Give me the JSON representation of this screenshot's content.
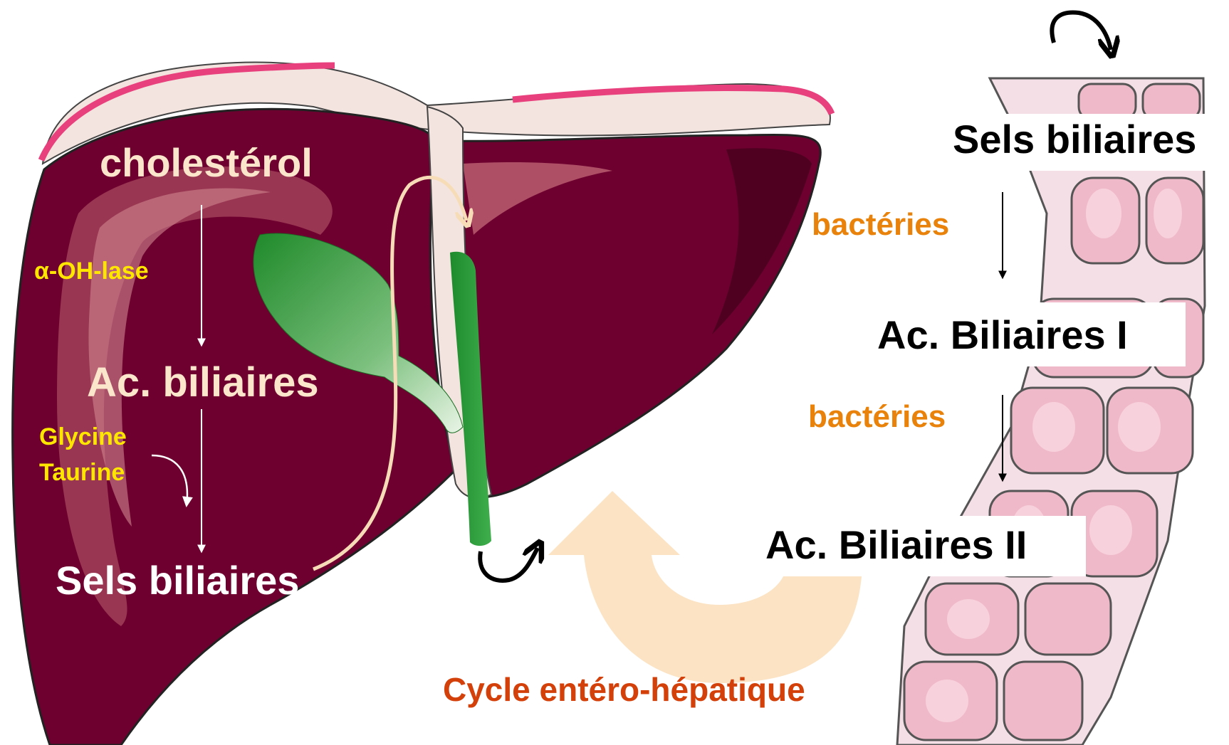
{
  "liver_labels": {
    "cholesterol": "cholestérol",
    "enzyme": "α-OH-lase",
    "bile_acids": "Ac. biliaires",
    "glycine": "Glycine",
    "taurine": "Taurine",
    "bile_salts": "Sels biliaires"
  },
  "intestine_labels": {
    "bile_salts": "Sels biliaires",
    "bacteria_1": "bactéries",
    "primary_acids": "Ac. Biliaires I",
    "bacteria_2": "bactéries",
    "secondary_acids": "Ac. Biliaires II"
  },
  "cycle_label": "Cycle entéro-hépatique",
  "colors": {
    "liver": "#6e0030",
    "liver_highlight": "#c46a78",
    "capsule": "#f3e4df",
    "capsule_edge": "#e8407c",
    "gallbladder": "#2f9a3a",
    "duct": "#1d8a2c",
    "path_arrow": "#f7dcb8",
    "cycle_arrow": "#fbe3c4",
    "intestine": "#f0b9c9",
    "intestine_dark": "#d996ad",
    "label_pale": "#fbe6cc",
    "label_yellow": "#ffe600",
    "label_orange": "#e8820a",
    "label_cycle": "#d4400a",
    "label_black": "#000000"
  }
}
